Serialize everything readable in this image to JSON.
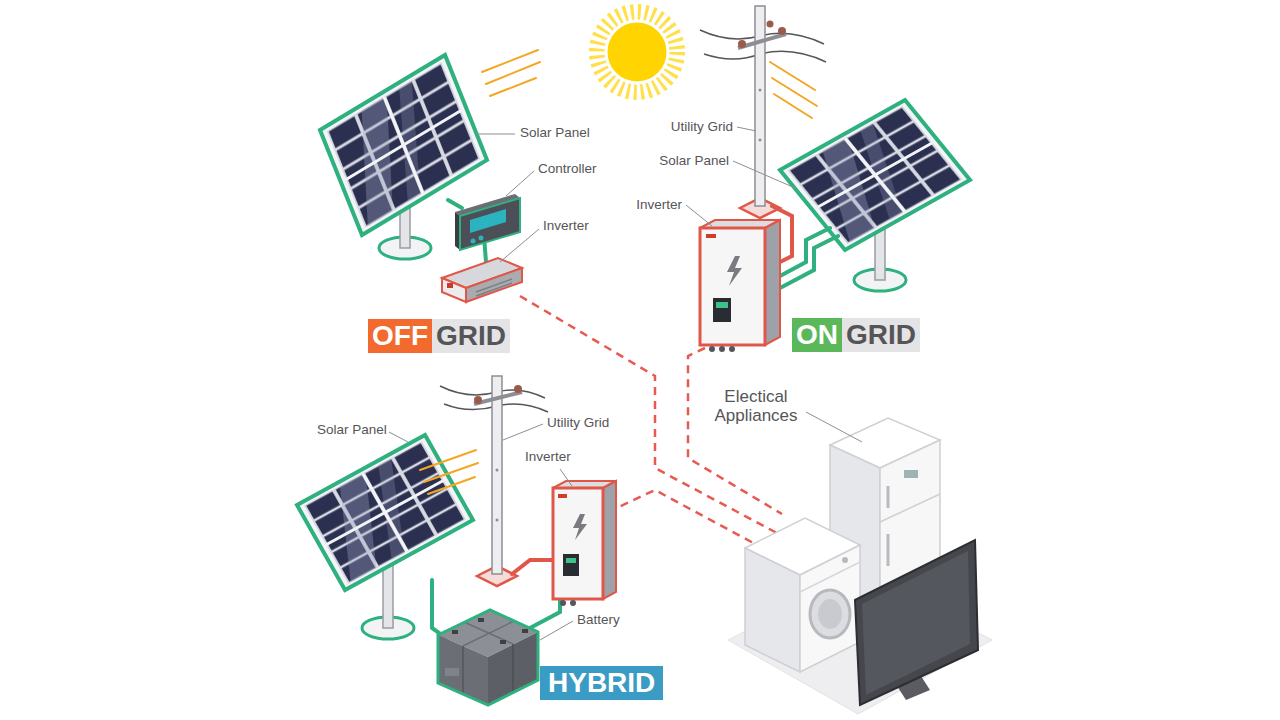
{
  "diagram": {
    "nodes": [
      {
        "text": [
          "OFF",
          "GRID"
        ]
      },
      {
        "text": [
          "ON",
          "GRID"
        ]
      },
      {
        "text": [
          "HYBRID"
        ]
      }
    ],
    "labels": [
      "Solar Panel",
      "Controller",
      "Inverter",
      "Utility Grid",
      "Solar Panel",
      "Inverter",
      "Electical Appliances",
      "Solar Panel",
      "Utility Grid",
      "Inverter",
      "Battery"
    ]
  }
}
